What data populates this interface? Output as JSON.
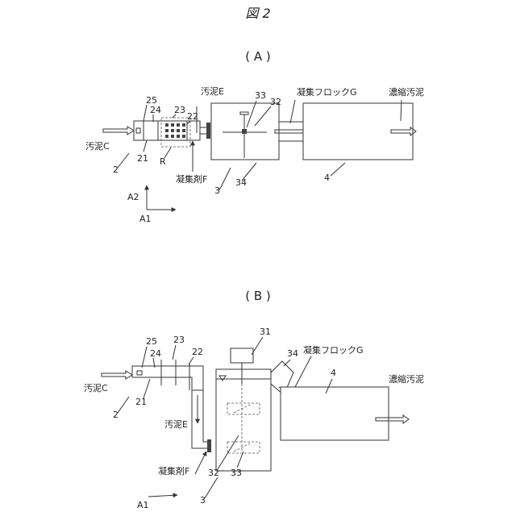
{
  "figure_title": "図 2",
  "panel_a": {
    "caption": "( A )",
    "labels": {
      "n25": "25",
      "n24": "24",
      "n23": "23",
      "n22": "22",
      "n21": "21",
      "n2": "2",
      "nR": "R",
      "sludge_c": "汚泥C",
      "sludge_e": "汚泥E",
      "coagulant_f": "凝集剤F",
      "n33": "33",
      "n32": "32",
      "n3": "3",
      "n34": "34",
      "floc_g": "凝集フロックG",
      "n4": "4",
      "thick_sludge": "濃縮汚泥",
      "a1": "A1",
      "a2": "A2"
    }
  },
  "panel_b": {
    "caption": "( B )",
    "labels": {
      "n25": "25",
      "n24": "24",
      "n23": "23",
      "n22": "22",
      "n21": "21",
      "n2": "2",
      "sludge_c": "汚泥C",
      "sludge_e": "汚泥E",
      "coagulant_f": "凝集剤F",
      "n31": "31",
      "n34": "34",
      "floc_g": "凝集フロックG",
      "n4": "4",
      "thick_sludge": "濃縮汚泥",
      "n32": "32",
      "n33": "33",
      "n3": "3",
      "a1": "A1"
    }
  }
}
